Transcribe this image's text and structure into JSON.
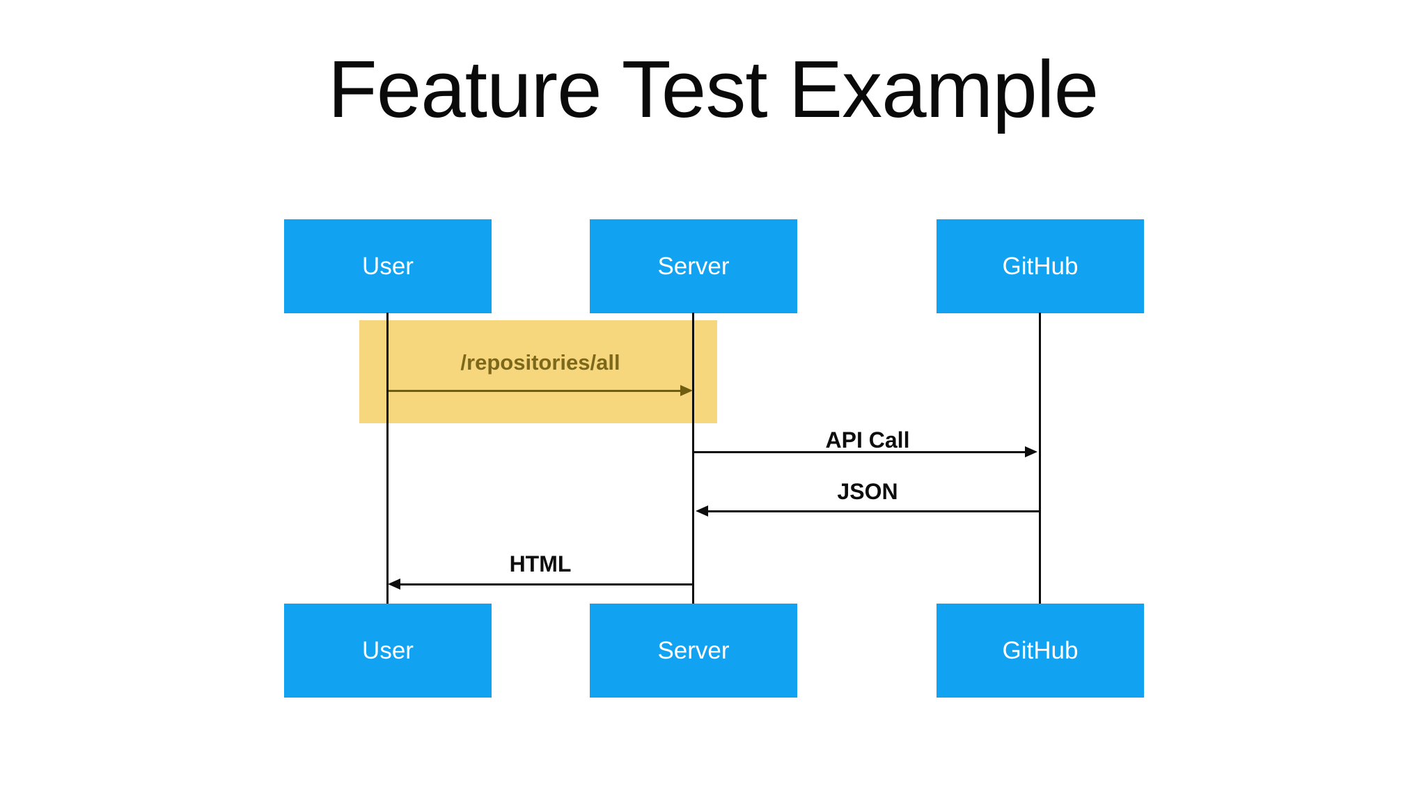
{
  "title": "Feature Test Example",
  "actors": [
    {
      "id": "user",
      "label": "User"
    },
    {
      "id": "server",
      "label": "Server"
    },
    {
      "id": "github",
      "label": "GitHub"
    }
  ],
  "messages": [
    {
      "label": "/repositories/all",
      "from": "User",
      "to": "Server",
      "direction": "right",
      "highlighted": true
    },
    {
      "label": "API Call",
      "from": "Server",
      "to": "GitHub",
      "direction": "right",
      "highlighted": false
    },
    {
      "label": "JSON",
      "from": "GitHub",
      "to": "Server",
      "direction": "left",
      "highlighted": false
    },
    {
      "label": "HTML",
      "from": "Server",
      "to": "User",
      "direction": "left",
      "highlighted": false
    }
  ],
  "colors": {
    "actor_fill": "#12a2f2",
    "actor_text": "#ffffff",
    "highlight_fill": "#f6d77e",
    "highlight_text": "#7c681b",
    "highlight_arrow": "#6f5e10",
    "line_color": "#0d0d0d",
    "title_color": "#0a0a0a",
    "bg": "#ffffff"
  }
}
